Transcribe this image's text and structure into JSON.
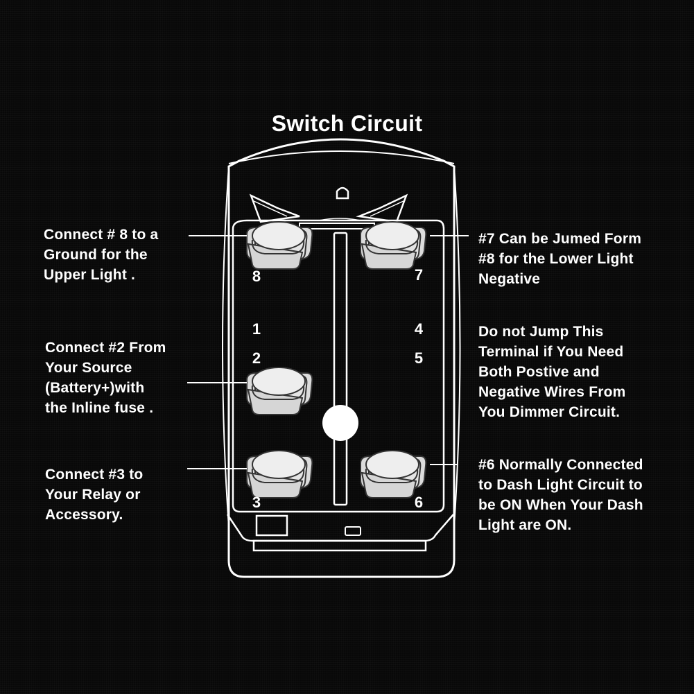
{
  "title": "Switch Circuit",
  "notes": {
    "pin8": [
      "Connect # 8 to a",
      "Ground for the",
      "Upper Light ."
    ],
    "pin2": [
      "Connect #2 From",
      "Your Source",
      "(Battery+)with",
      "the Inline fuse ."
    ],
    "pin3": [
      "Connect #3 to",
      "Your Relay or",
      "Accessory."
    ],
    "pin7": [
      "#7 Can be Jumed Form",
      "#8 for the Lower Light",
      "Negative"
    ],
    "pins45": [
      "Do not Jump This",
      "Terminal if You Need",
      "Both Postive and",
      "Negative Wires From",
      "You Dimmer Circuit."
    ],
    "pin6": [
      "#6 Normally Connected",
      "to Dash Light Circuit to",
      "be ON When Your Dash",
      "Light are ON."
    ]
  },
  "pins": {
    "p1": "1",
    "p2": "2",
    "p3": "3",
    "p4": "4",
    "p5": "5",
    "p6": "6",
    "p7": "7",
    "p8": "8"
  },
  "colors": {
    "background": "#080808",
    "line": "#ffffff",
    "terminal_fill": "#e8e8e8",
    "terminal_outline": "#333333"
  }
}
